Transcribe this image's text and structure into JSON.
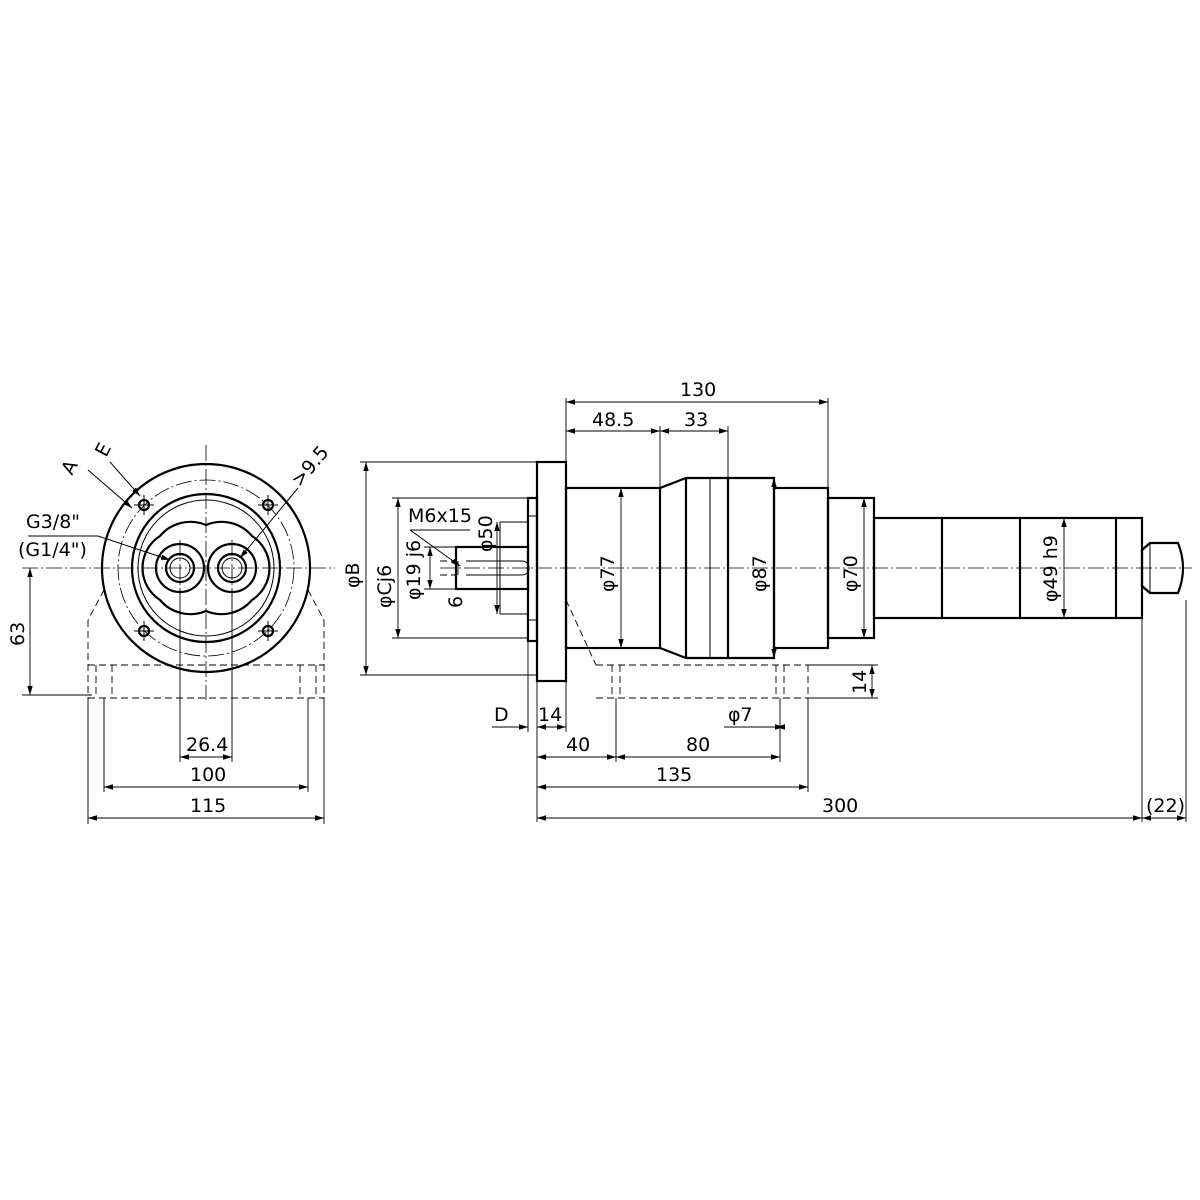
{
  "front_view": {
    "labels": {
      "port_a": "A",
      "port_e": "E",
      "thread_main": "G3/8\"",
      "thread_alt": "(G1/4\")",
      "hole_dia": ">9.5"
    },
    "dimensions": {
      "height": "63",
      "port_spacing": "26.4",
      "hole_spacing": "100",
      "flange_width": "115"
    }
  },
  "side_view": {
    "labels": {
      "thread_tap": "M6x15",
      "flange_offset": "D"
    },
    "dimensions": {
      "body_length": "130",
      "seg_1": "48.5",
      "seg_2": "33",
      "flange_thick": "14",
      "foot_thick": "14",
      "foot_hole": "φ7",
      "foot_offset": "40",
      "foot_spacing": "80",
      "foot_length": "135",
      "overall_length": "300",
      "extension": "(22)"
    },
    "diameters": {
      "flange": "φB",
      "pilot": "φCj6",
      "shaft": "φ19 j6",
      "hub": "φ50",
      "key": "6",
      "body": "φ77",
      "barrel": "φ87",
      "rear": "φ70",
      "rod": "φ49 h9"
    }
  }
}
